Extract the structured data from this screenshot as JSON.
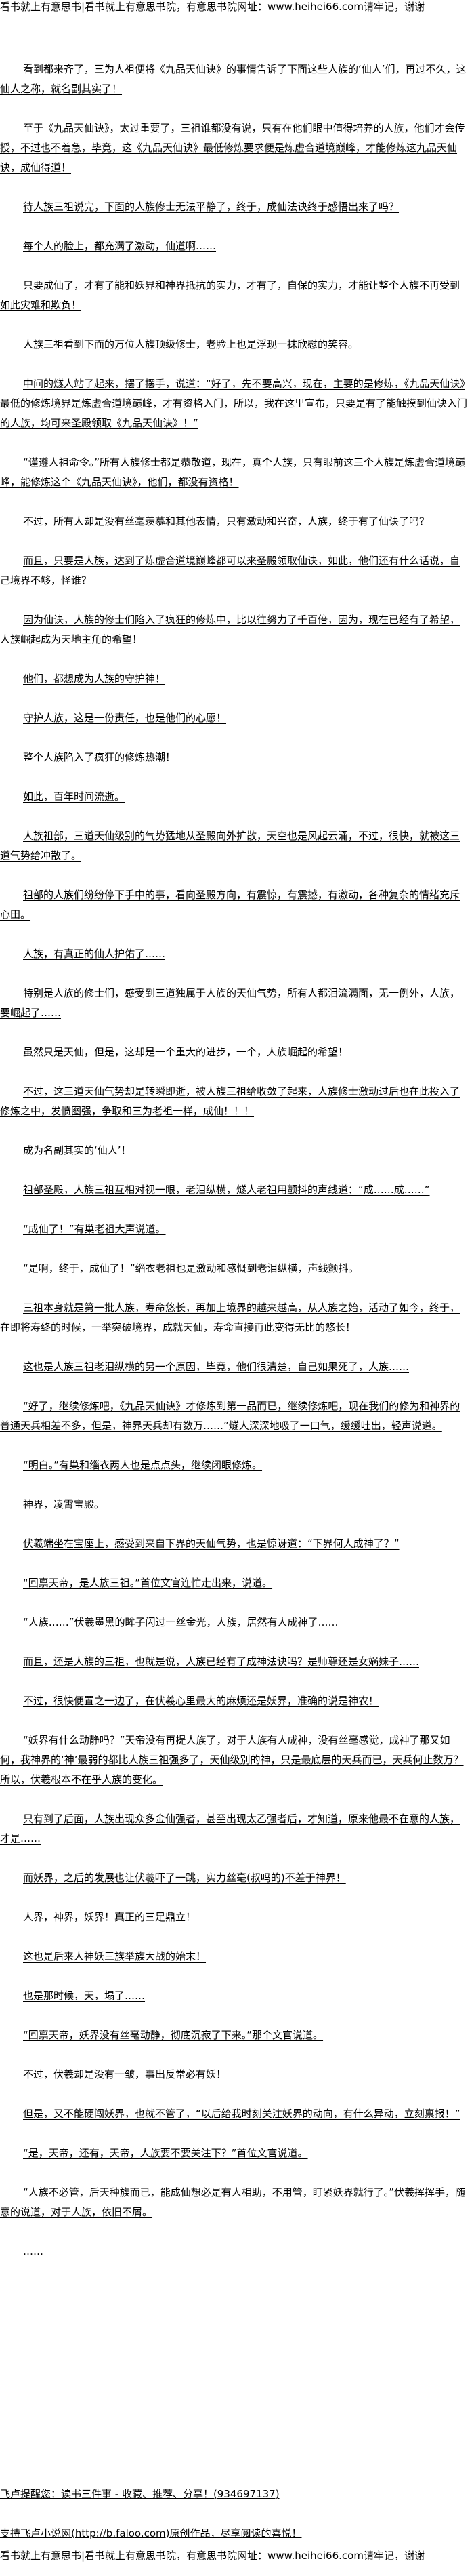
{
  "site_banner": "看书就上有意思书|看书就上有意思书院，有意思书院网址：www.heihei66.com请牢记，谢谢",
  "paragraphs": [
    "看到都来齐了，三为人祖便将《九品天仙诀》的事情告诉了下面这些人族的‘仙人’们，再过不久，这仙人之称，就名副其实了！",
    "至于《九品天仙诀》，太过重要了，三祖谁都没有说，只有在他们眼中值得培养的人族，他们才会传授，不过也不着急，毕竟，这《九品天仙诀》最低修炼要求便是炼虚合道境巅峰，才能修炼这九品天仙诀，成仙得道！",
    "待人族三祖说完，下面的人族修士无法平静了，终于，成仙法诀终于感悟出来了吗？",
    "每个人的脸上，都充满了激动，仙道啊……",
    "只要成仙了，才有了能和妖界和神界抵抗的实力，才有了，自保的实力，才能让整个人族不再受到如此灾难和欺负！",
    "人族三祖看到下面的万位人族顶级修士，老脸上也是浮现一抹欣慰的笑容。",
    "中间的燧人站了起来，摆了摆手，说道：“好了，先不要高兴，现在，主要的是修炼，《九品天仙诀》最低的修炼境界是炼虚合道境巅峰，才有资格入门，所以，我在这里宣布，只要是有了能触摸到仙诀入门的人族，均可来圣殿领取《九品天仙诀》！”",
    "“谨遵人祖命令。”所有人族修士都是恭敬道，现在，真个人族，只有眼前这三个人族是炼虚合道境巅峰，能修炼这个《九品天仙诀》，他们，都没有资格！",
    "不过，所有人却是没有丝毫羡慕和其他表情，只有激动和兴奋，人族，终于有了仙诀了吗？",
    "而且，只要是人族，达到了炼虚合道境巅峰都可以来圣殿领取仙诀，如此，他们还有什么话说，自己境界不够，怪谁？",
    "因为仙诀，人族的修士们陷入了疯狂的修炼中，比以往努力了千百倍，因为，现在已经有了希望，人族崛起成为天地主角的希望！",
    "他们，都想成为人族的守护神！",
    "守护人族，这是一份责任，也是他们的心愿！",
    "整个人族陷入了疯狂的修炼热潮！",
    "如此，百年时间流逝。",
    "人族祖部，三道天仙级别的气势猛地从圣殿向外扩散，天空也是风起云涌，不过，很快，就被这三道气势给冲散了。",
    "祖部的人族们纷纷停下手中的事，看向圣殿方向，有震惊，有震撼，有激动，各种复杂的情绪充斥心田。",
    "人族，有真正的仙人护佑了……",
    "特别是人族的修士们，感受到三道独属于人族的天仙气势，所有人都泪流满面，无一例外，人族，要崛起了……",
    "虽然只是天仙，但是，这却是一个重大的进步，一个，人族崛起的希望！",
    "不过，这三道天仙气势却是转瞬即逝，被人族三祖给收敛了起来，人族修士激动过后也在此投入了修炼之中，发愤图强，争取和三为老祖一样，成仙！！！",
    "成为名副其实的‘仙人’！",
    "祖部圣殿，人族三祖互相对视一眼，老泪纵横，燧人老祖用颤抖的声线道：“成……成……”",
    "“成仙了！”有巢老祖大声说道。",
    "“是啊，终于，成仙了！”缁衣老祖也是激动和感慨到老泪纵横，声线颤抖。",
    "三祖本身就是第一批人族，寿命悠长，再加上境界的越来越高，从人族之始，活动了如今，终于，在即将寿终的时候，一举突破境界，成就天仙，寿命直接再此变得无比的悠长！",
    "这也是人族三祖老泪纵横的另一个原因，毕竟，他们很清楚，自己如果死了，人族……",
    "“好了，继续修炼吧，《九品天仙诀》才修炼到第一品而已，继续修炼吧，现在我们的修为和神界的普通天兵相差不多，但是，神界天兵却有数万……”燧人深深地吸了一口气，缓缓吐出，轻声说道。",
    "“明白。”有巢和缁衣两人也是点点头，继续闭眼修炼。",
    "神界，凌霄宝殿。",
    "伏羲端坐在宝座上，感受到来自下界的天仙气势，也是惊讶道：“下界何人成神了？”",
    "“回禀天帝，是人族三祖。”首位文官连忙走出来，说道。",
    "“人族……”伏羲墨黑的眸子闪过一丝金光，人族，居然有人成神了……",
    "而且，还是人族的三祖，也就是说，人族已经有了成神法诀吗？是师尊还是女娲妹子……",
    "不过，很快便置之一边了，在伏羲心里最大的麻烦还是妖界，准确的说是神农！",
    "“妖界有什么动静吗？”天帝没有再提人族了，对于人族有人成神，没有丝毫感觉，成神了那又如何，我神界的‘神’最弱的都比人族三祖强多了，天仙级别的神，只是最底层的天兵而已，天兵何止数万？所以，伏羲根本不在乎人族的变化。",
    "只有到了后面，人族出现众多金仙强者，甚至出现太乙强者后，才知道，原来他最不在意的人族，才是……",
    "而妖界，之后的发展也让伏羲吓了一跳，实力丝毫(叔吗的)不差于神界！",
    "人界，神界，妖界！真正的三足鼎立！",
    "这也是后来人神妖三族举族大战的始末！",
    "也是那时候，天，塌了……",
    "“回禀天帝，妖界没有丝毫动静，彻底沉寂了下来。”那个文官说道。",
    "不过，伏羲却是没有一皱，事出反常必有妖！",
    "但是，又不能硬闯妖界，也就不管了，“以后给我时刻关注妖界的动向，有什么异动，立刻禀报！”",
    "“是，天帝，还有，天帝，人族要不要关注下？”首位文官说道。",
    "“人族不必管，后天种族而已，能成仙想必是有人相助，不用管，盯紧妖界就行了。”伏羲挥挥手，随意的说道，对于人族，依旧不屑。",
    "……"
  ],
  "footer_notes": [
    "飞卢提醒您：读书三件事 - 收藏、推荐、分享！(934697137)",
    "支持飞卢小说网(http://b.faloo.com)原创作品，尽享阅读的喜悦！"
  ]
}
